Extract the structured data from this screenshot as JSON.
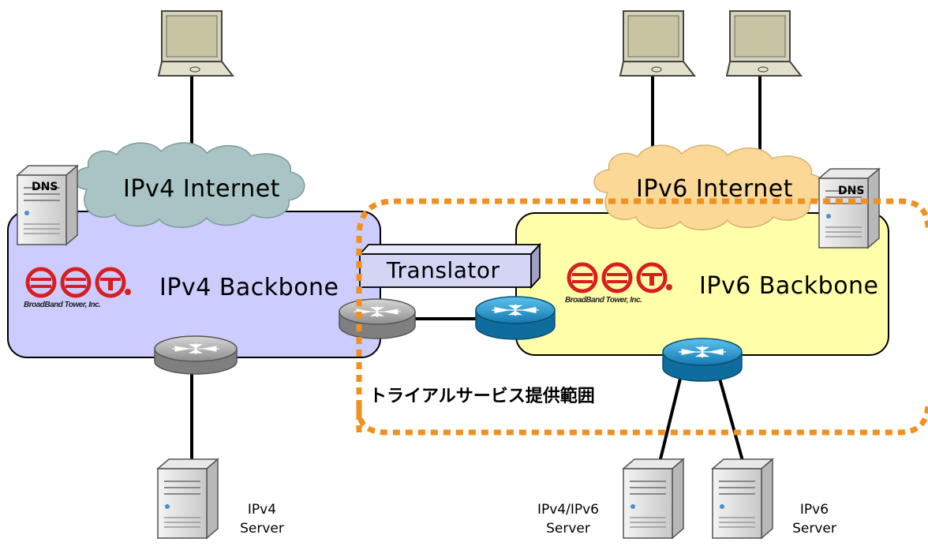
{
  "labels": {
    "ipv4_internet": "IPv4 Internet",
    "ipv6_internet": "IPv6 Internet",
    "ipv4_backbone": "IPv4 Backbone",
    "ipv6_backbone": "IPv6 Backbone",
    "translator": "Translator",
    "trial_scope": "トライアルサービス提供範囲",
    "dns_left": "DNS",
    "dns_right": "DNS",
    "ipv4_server_l1": "IPv4",
    "ipv4_server_l2": "Server",
    "dual_server_l1": "IPv4/IPv6",
    "dual_server_l2": "Server",
    "ipv6_server_l1": "IPv6",
    "ipv6_server_l2": "Server",
    "brand_left": "BroadBand Tower, Inc.",
    "brand_right": "BroadBand Tower, Inc."
  },
  "colors": {
    "ipv4_backbone_fill": "#ccccff",
    "ipv6_backbone_fill": "#ffffaa",
    "ipv4_cloud_fill": "#a9c4c4",
    "ipv6_cloud_fill": "#fcd896",
    "trial_border": "#f0901e",
    "brand_red": "#d81e1e",
    "router_gray": "#9a9a9a",
    "router_blue": "#1b8ac4"
  },
  "icons": [
    "laptop-icon",
    "server-icon",
    "router-icon",
    "cloud-icon",
    "bbt-logo"
  ]
}
